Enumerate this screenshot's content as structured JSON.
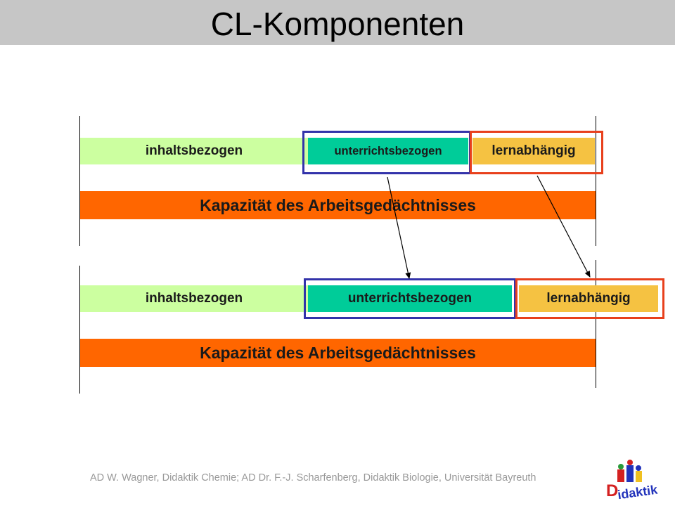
{
  "title": "CL-Komponenten",
  "top_row": {
    "content": "inhaltsbezogen",
    "instruction": "unterrichtsbezogen",
    "learning": "lernabhängig",
    "capacity": "Kapazität des Arbeitsgedächtnisses"
  },
  "bottom_row": {
    "content": "inhaltsbezogen",
    "instruction": "unterrichtsbezogen",
    "learning": "lernabhängig",
    "capacity": "Kapazität des Arbeitsgedächtnisses"
  },
  "footer": "AD W. Wagner, Didaktik Chemie; AD Dr. F.-J. Scharfenberg, Didaktik Biologie, Universität Bayreuth",
  "logo": {
    "text": "Didaktik",
    "colors": [
      "#d42020",
      "#2233bb",
      "#f0c020",
      "#2a9a3a"
    ]
  }
}
